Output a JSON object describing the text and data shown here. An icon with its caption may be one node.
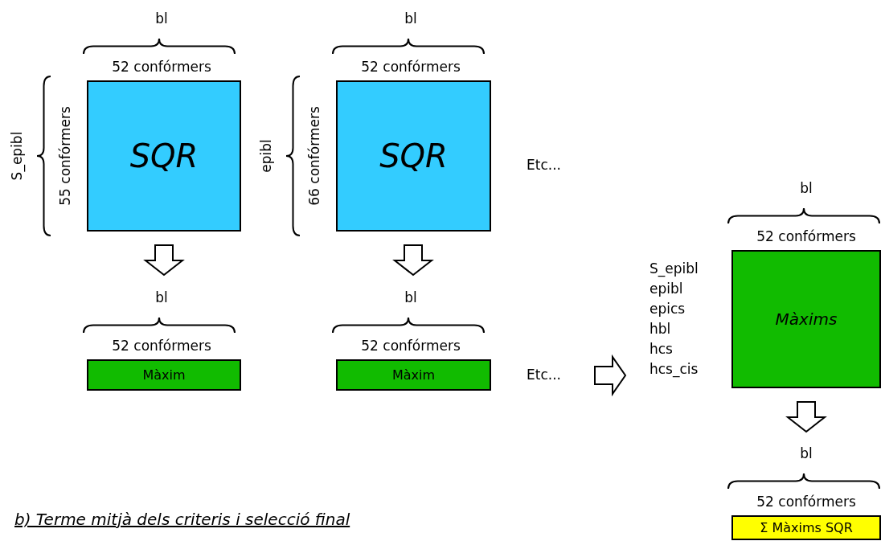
{
  "diagram": {
    "nodes": [
      {
        "text": [
          "SQR"
        ],
        "beside": [
          "bl",
          "52 confórmers",
          "55 confórmers"
        ]
      },
      {
        "text": [
          "Màxim"
        ],
        "beside": [
          "bl",
          "52 confórmers"
        ]
      },
      {
        "text": [
          "SQR"
        ],
        "beside": [
          "bl",
          "52 confórmers",
          "66 confórmers"
        ]
      },
      {
        "text": [
          "Màxim"
        ],
        "beside": [
          "bl",
          "52 confórmers"
        ]
      },
      {
        "text": [
          "Etc..."
        ]
      },
      {
        "text": [
          "S_epibl",
          "epibl",
          "epics",
          "hbl",
          "hcs",
          "hcs_cis"
        ]
      },
      {
        "text": [
          "Màxims"
        ],
        "beside": [
          "bl",
          "52 confórmers"
        ]
      },
      {
        "text": [
          "Σ Màxims SQR"
        ],
        "beside": [
          "bl",
          "52 confórmers"
        ]
      }
    ],
    "edges": [
      {
        "from": 0,
        "to": 1,
        "arrow": "to"
      },
      {
        "from": 2,
        "to": 3,
        "arrow": "to"
      },
      {
        "from": 4,
        "to": 5,
        "arrow": "to"
      },
      {
        "from": 6,
        "to": 7,
        "arrow": "to"
      }
    ],
    "labels": [
      "S_epibl",
      "epibl",
      "Etc...",
      "b) Terme mitjà dels criteris i selecció final"
    ]
  }
}
